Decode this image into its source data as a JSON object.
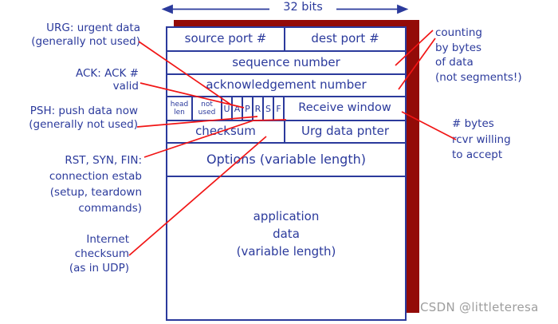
{
  "header": {
    "bits_label": "32 bits"
  },
  "table": {
    "source_port": "source port #",
    "dest_port": "dest port #",
    "sequence_number": "sequence number",
    "ack_number": "acknowledgement number",
    "head_len": "head\nlen",
    "not_used": "not\nused",
    "flags": [
      "U",
      "A",
      "P",
      "R",
      "S",
      "F"
    ],
    "receive_window": "Receive window",
    "checksum": "checksum",
    "urg_data_pointer": "Urg data pnter",
    "options": "Options (variable length)",
    "application_data": "application\ndata\n(variable length)"
  },
  "annotations": {
    "urg": "URG: urgent data\n(generally not used)",
    "ack": "ACK: ACK #\nvalid",
    "psh": "PSH: push data now\n(generally not used)",
    "rst": "RST, SYN, FIN:\nconnection estab\n(setup, teardown\ncommands)",
    "internet_checksum": "Internet\nchecksum\n(as in UDP)",
    "counting": "counting\nby bytes\nof data\n(not segments!)",
    "rcvr_bytes": "# bytes\nrcvr willing\nto accept"
  },
  "watermark": "CSDN @littleteresa",
  "colors": {
    "navy": "#2b3a9c",
    "maroon": "#930b08",
    "red": "#f11515",
    "wm": "#9e9e9e"
  }
}
